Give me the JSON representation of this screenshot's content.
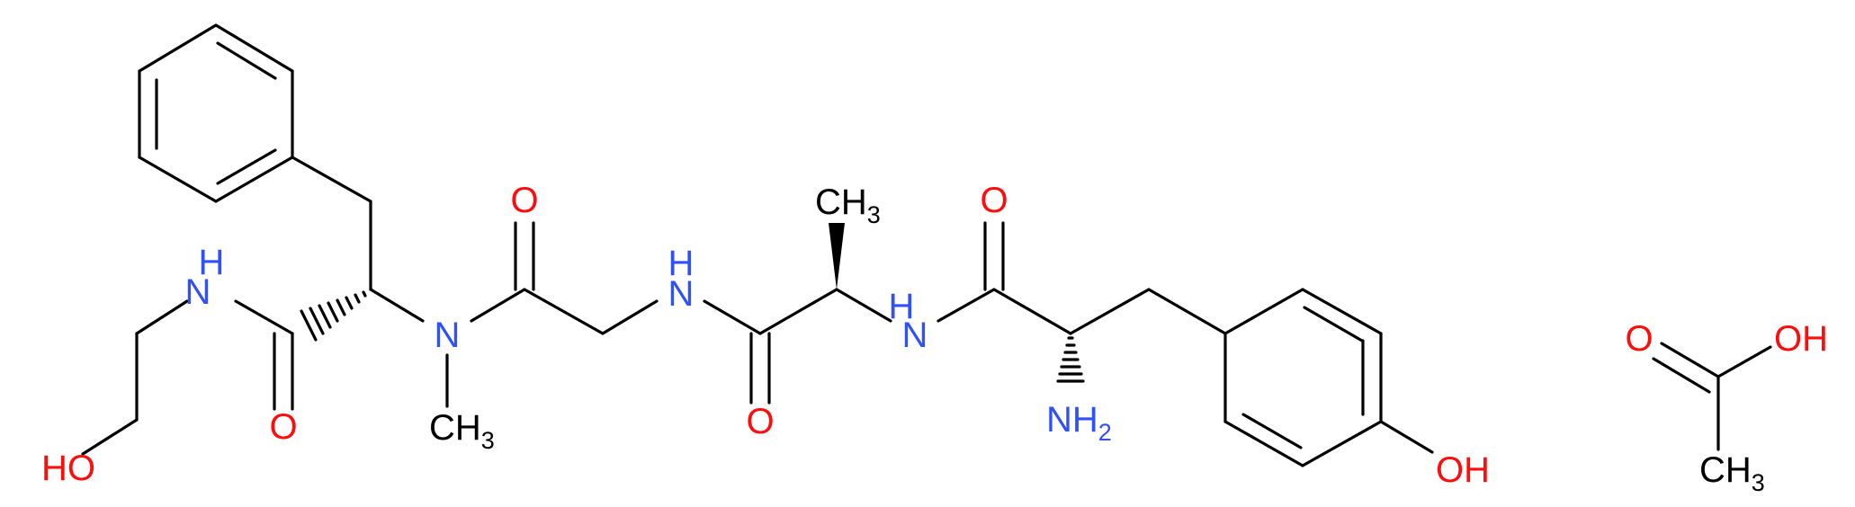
{
  "colors": {
    "bond": "#000000",
    "carbon": "#000000",
    "nitrogen": "#3050F8",
    "oxygen": "#FF0D0D",
    "background": "#FFFFFF"
  },
  "molecule_1": {
    "labels": {
      "n_amide_hydroxyethyl": "N",
      "h_amide_hydroxyethyl": "H",
      "o_hydroxyethyl": "HO",
      "o_amide_phe": "O",
      "n_methyl": "N",
      "ch3_n_methyl": "CH",
      "ch3_n_methyl_sub": "3",
      "o_amide_gly": "O",
      "n_amide_gly": "N",
      "h_amide_gly": "H",
      "o_amide_ala": "O",
      "ch3_ala": "CH",
      "ch3_ala_sub": "3",
      "n_amide_ala": "N",
      "h_amide_ala": "H",
      "o_amide_tyr": "O",
      "nh2_tyr": "NH",
      "nh2_tyr_sub": "2",
      "oh_phenol": "OH"
    }
  },
  "molecule_2": {
    "labels": {
      "o_carbonyl": "O",
      "oh_acid": "OH",
      "ch3_acetyl": "CH",
      "ch3_acetyl_sub": "3"
    }
  }
}
